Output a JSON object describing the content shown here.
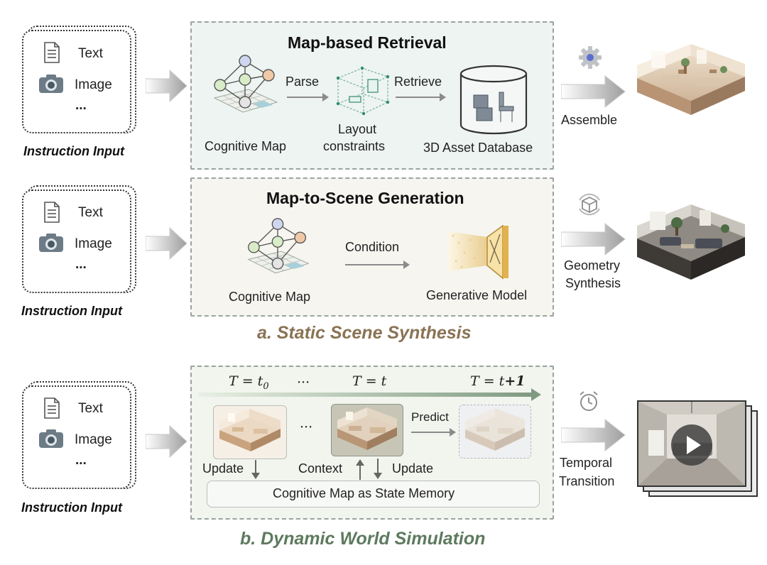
{
  "input_rows": [
    {
      "text_label": "Text",
      "image_label": "Image",
      "more": "...",
      "caption": "Instruction Input"
    },
    {
      "text_label": "Text",
      "image_label": "Image",
      "more": "...",
      "caption": "Instruction Input"
    },
    {
      "text_label": "Text",
      "image_label": "Image",
      "more": "...",
      "caption": "Instruction Input"
    }
  ],
  "retrieval": {
    "title": "Map-based Retrieval",
    "cognitive_map": "Cognitive Map",
    "parse": "Parse",
    "layout_1": "Layout",
    "layout_2": "constraints",
    "retrieve": "Retrieve",
    "database": "3D Asset Database",
    "output_label": "Assemble"
  },
  "generation": {
    "title": "Map-to-Scene Generation",
    "cognitive_map": "Cognitive Map",
    "condition": "Condition",
    "model": "Generative Model",
    "output_label_1": "Geometry",
    "output_label_2": "Synthesis"
  },
  "section_a": "a. Static Scene Synthesis",
  "dynamic": {
    "t0": "T = t",
    "t0_sub": "0",
    "ellipsis_1": "···",
    "t_mid": "T = t",
    "t_next_a": "T = t",
    "t_next_b": "+1",
    "ellipsis_2": "···",
    "predict": "Predict",
    "update_left": "Update",
    "context": "Context",
    "update_right": "Update",
    "memory": "Cognitive Map as State Memory",
    "output_label_1": "Temporal",
    "output_label_2": "Transition"
  },
  "section_b": "b. Dynamic World Simulation",
  "colors": {
    "retrieval_bg": "#eef4f1",
    "generation_bg": "#f6f5f0",
    "dynamic_bg": "#f1f5ee",
    "section_a": "#8a7354",
    "section_b": "#5d7a5e",
    "arrow_gray": "#bdbdbd"
  }
}
